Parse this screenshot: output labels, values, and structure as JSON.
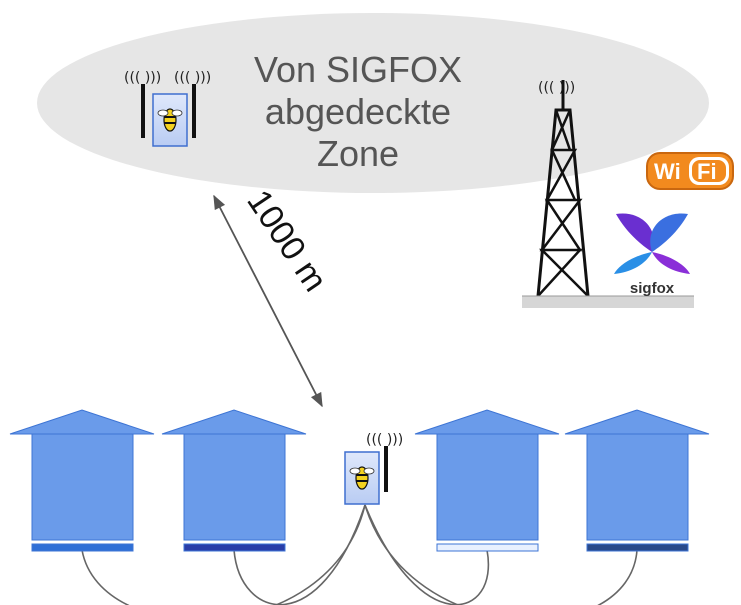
{
  "zone": {
    "line1": "Von SIGFOX",
    "line2": "abgedeckte",
    "line3": "Zone"
  },
  "distance_label": "1000 m",
  "radio_wave_glyph": "((( )))",
  "wifi_logo": {
    "part1": "Wi",
    "part2": "Fi"
  },
  "sigfox_logo": {
    "text": "sigfox"
  },
  "colors": {
    "zone_fill": "#e6e6e6",
    "house_fill": "#6a9bea",
    "house_stroke": "#3d74d4",
    "wifi_orange": "#f28a1e",
    "sigfox_purple": "#6a2fd0",
    "sigfox_blue": "#3a8be0",
    "cable": "#666666"
  },
  "houses": [
    {
      "scale_color": "#2f6fd6"
    },
    {
      "scale_color": "#2a3ea8"
    },
    {
      "scale_color": "#e8f0ff"
    },
    {
      "scale_color": "#2a4a8a"
    }
  ],
  "icons": [
    "radio-waves-icon",
    "beehive-sensor-icon",
    "antenna-tower-icon",
    "wifi-logo-icon",
    "sigfox-logo-icon",
    "distance-arrow-icon",
    "house-icon",
    "hive-scale-icon"
  ]
}
